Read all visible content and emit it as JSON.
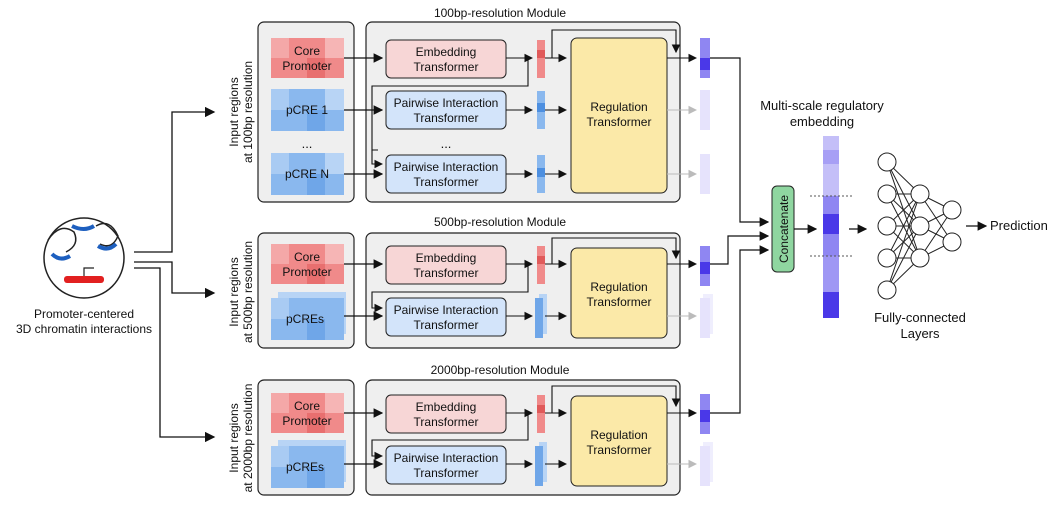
{
  "left_panel": {
    "caption_line1": "Promoter-centered",
    "caption_line2": "3D chromatin interactions"
  },
  "modules": [
    {
      "title": "100bp-resolution Module",
      "input_label_line1": "Input regions",
      "input_label_line2": "at 100bp resolution",
      "inputs": [
        "Core\nPromoter",
        "pCRE 1",
        "pCRE N"
      ],
      "ellipsis": "...",
      "embedding_transformer": "Embedding\nTransformer",
      "pairwise_transformers": [
        "Pairwise Interaction\nTransformer",
        "Pairwise Interaction\nTransformer"
      ],
      "regulation_transformer": "Regulation\nTransformer"
    },
    {
      "title": "500bp-resolution Module",
      "input_label_line1": "Input regions",
      "input_label_line2": "at 500bp resolution",
      "inputs": [
        "Core\nPromoter",
        "pCREs"
      ],
      "embedding_transformer": "Embedding\nTransformer",
      "pairwise_transformers": [
        "Pairwise Interaction\nTransformer"
      ],
      "regulation_transformer": "Regulation\nTransformer"
    },
    {
      "title": "2000bp-resolution Module",
      "input_label_line1": "Input regions",
      "input_label_line2": "at 2000bp resolution",
      "inputs": [
        "Core\nPromoter",
        "pCREs"
      ],
      "embedding_transformer": "Embedding\nTransformer",
      "pairwise_transformers": [
        "Pairwise Interaction\nTransformer"
      ],
      "regulation_transformer": "Regulation\nTransformer"
    }
  ],
  "concatenate": "Concatenate",
  "embedding_label_line1": "Multi-scale regulatory",
  "embedding_label_line2": "embedding",
  "fc_label_line1": "Fully-connected",
  "fc_label_line2": "Layers",
  "prediction": "Prediction",
  "colors": {
    "red_block": "#f08a8a",
    "blue_block": "#8ab8ee",
    "embed_box": "#f7d6d6",
    "pairwise_box": "#d3e4fa",
    "regulation_box": "#fbe9a8",
    "module_bg": "#efefef",
    "concat": "#8fd6a0",
    "embedding_vec": "#6b5cf0"
  }
}
